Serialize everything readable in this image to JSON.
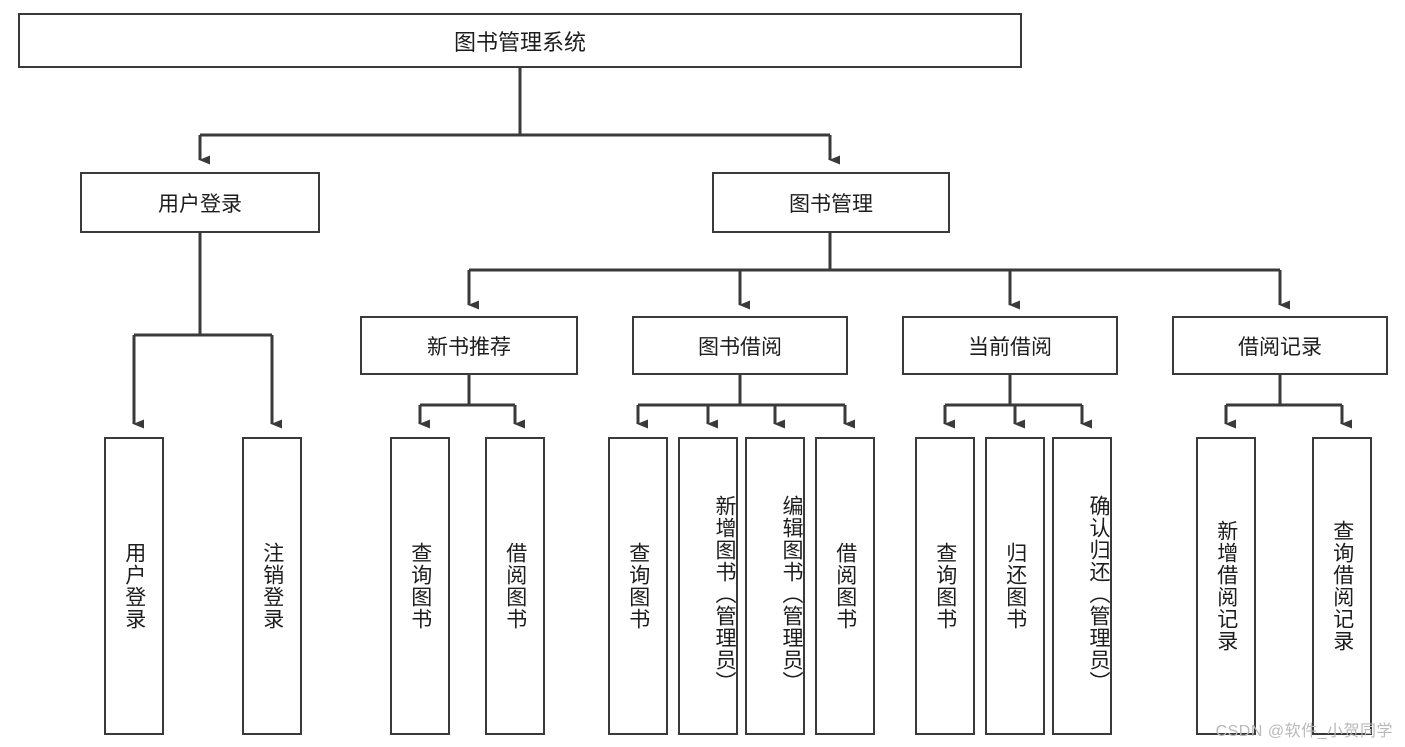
{
  "diagram": {
    "type": "tree-hierarchy-diagram",
    "title": "图书管理系统",
    "background_color": "#ffffff",
    "box_border_color": "#3a3a3a",
    "edge_color": "#3a3a3a",
    "text_color": "#1d1d1d",
    "orientation": "top-down",
    "levels": 4
  },
  "nodes": {
    "root": {
      "label": "图书管理系统",
      "level": 0
    },
    "level2": [
      {
        "id": "user-login",
        "label": "用户登录"
      },
      {
        "id": "book-management",
        "label": "图书管理"
      }
    ],
    "level3": [
      {
        "id": "new-book-recommend",
        "label": "新书推荐"
      },
      {
        "id": "book-borrow",
        "label": "图书借阅"
      },
      {
        "id": "current-borrow",
        "label": "当前借阅"
      },
      {
        "id": "borrow-record",
        "label": "借阅记录"
      }
    ],
    "leaves": {
      "user-login": [
        {
          "id": "leaf-user-login",
          "label": "用户登录"
        },
        {
          "id": "leaf-logout-login",
          "label": "注销登录"
        }
      ],
      "new-book-recommend": [
        {
          "id": "leaf-query-book-1",
          "label": "查询图书"
        },
        {
          "id": "leaf-borrow-book-1",
          "label": "借阅图书"
        }
      ],
      "book-borrow": [
        {
          "id": "leaf-query-book-2",
          "label": "查询图书"
        },
        {
          "id": "leaf-add-book",
          "label": "新增图书（管理员）"
        },
        {
          "id": "leaf-edit-book",
          "label": "编辑图书（管理员）"
        },
        {
          "id": "leaf-borrow-book-2",
          "label": "借阅图书"
        }
      ],
      "current-borrow": [
        {
          "id": "leaf-query-book-3",
          "label": "查询图书"
        },
        {
          "id": "leaf-return-book",
          "label": "归还图书"
        },
        {
          "id": "leaf-confirm-return",
          "label": "确认归还（管理员）"
        }
      ],
      "borrow-record": [
        {
          "id": "leaf-add-record",
          "label": "新增借阅记录"
        },
        {
          "id": "leaf-query-record",
          "label": "查询借阅记录"
        }
      ]
    }
  },
  "watermark": {
    "text": "CSDN @软件_小贺同学",
    "color": "#b9b9b9"
  }
}
